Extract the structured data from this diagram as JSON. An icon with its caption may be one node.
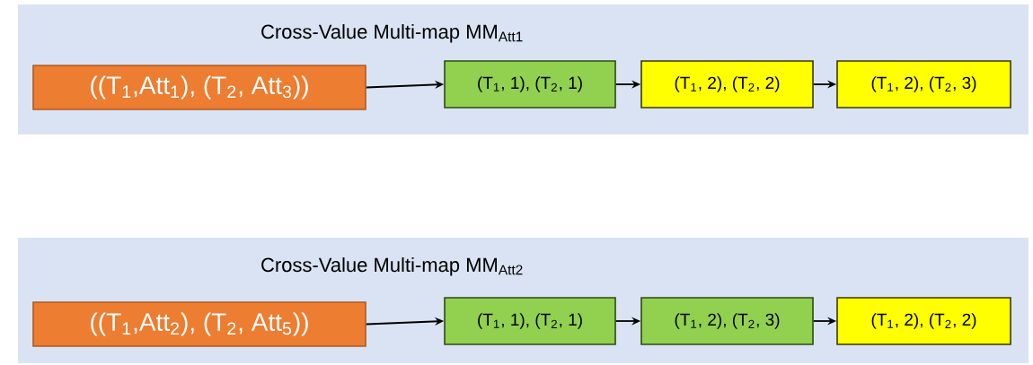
{
  "diagram": {
    "nodes": [
      {
        "text": [
          "Cross-Value Multi-map MM$_{Att1}$"
        ]
      },
      {
        "text": [
          "((T$_{1}$,Att$_{1}$), (T$_{2}$, Att$_{3}$))"
        ],
        "in": 0
      },
      {
        "text": [
          "(T$_{1}$, 1), (T$_{2}$, 1)"
        ],
        "in": 0
      },
      {
        "text": [
          "(T$_{1}$, 2), (T$_{2}$, 2)"
        ],
        "in": 0
      },
      {
        "text": [
          "(T$_{1}$, 2), (T$_{2}$, 3)"
        ],
        "in": 0
      },
      {
        "text": [
          "Cross-Value Multi-map MM$_{Att2}$"
        ]
      },
      {
        "text": [
          "((T$_{1}$,Att$_{2}$), (T$_{2}$, Att$_{5}$))"
        ],
        "in": 5
      },
      {
        "text": [
          "(T$_{1}$, 1), (T$_{2}$, 1)"
        ],
        "in": 5
      },
      {
        "text": [
          "(T$_{1}$, 2), (T$_{2}$, 3)"
        ],
        "in": 5
      },
      {
        "text": [
          "(T$_{1}$, 2), (T$_{2}$, 2)"
        ],
        "in": 5
      }
    ],
    "edges": [
      {
        "from": 1,
        "to": 2,
        "arrow": "to"
      },
      {
        "from": 2,
        "to": 3,
        "arrow": "to"
      },
      {
        "from": 3,
        "to": 4,
        "arrow": "to"
      },
      {
        "from": 6,
        "to": 7,
        "arrow": "to"
      },
      {
        "from": 7,
        "to": 8,
        "arrow": "to"
      },
      {
        "from": 8,
        "to": 9,
        "arrow": "to"
      }
    ]
  }
}
